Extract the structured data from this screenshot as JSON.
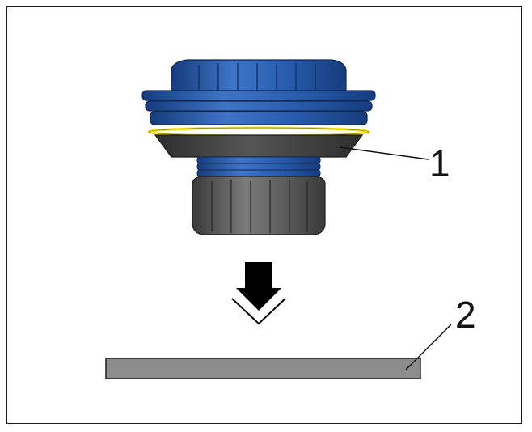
{
  "callouts": [
    {
      "id": "1",
      "label": "1",
      "target": "fitting-seal"
    },
    {
      "id": "2",
      "label": "2",
      "target": "plate"
    }
  ],
  "colors": {
    "cap_blue": "#1f4fa0",
    "cap_blue_dark": "#163c7c",
    "cap_blue_light": "#3f74c6",
    "seal_yellow": "#f1df1a",
    "base_dark": "#3a3a3a",
    "knob_gray": "#5b5b5b",
    "plate_gray": "#8c8c8c",
    "arrow": "#000000",
    "border": "#1a1a1a"
  },
  "icons": [
    "down-arrow-icon"
  ]
}
